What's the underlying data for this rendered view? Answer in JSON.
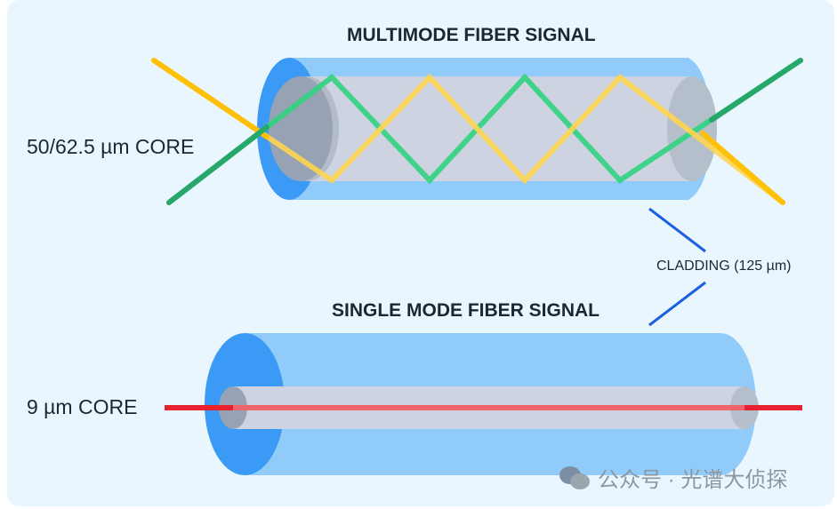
{
  "multimode": {
    "title": "MULTIMODE FIBER SIGNAL",
    "core_label": "50/62.5 µm CORE"
  },
  "singlemode": {
    "title": "SINGLE MODE FIBER SIGNAL",
    "core_label": "9 µm CORE"
  },
  "cladding_label": "CLADDING (125 µm)",
  "watermark": {
    "text": "公众号 · 光谱大侦探",
    "icon": "wechat-icon"
  },
  "colors": {
    "cladding": "#90cbf9",
    "cladding_face": "#3a9af5",
    "core": "#cdd3e0",
    "green_ray": "#2fd37e",
    "yellow_ray": "#ffc107",
    "red_ray": "#e8212e",
    "pointer": "#1a5fe0"
  }
}
